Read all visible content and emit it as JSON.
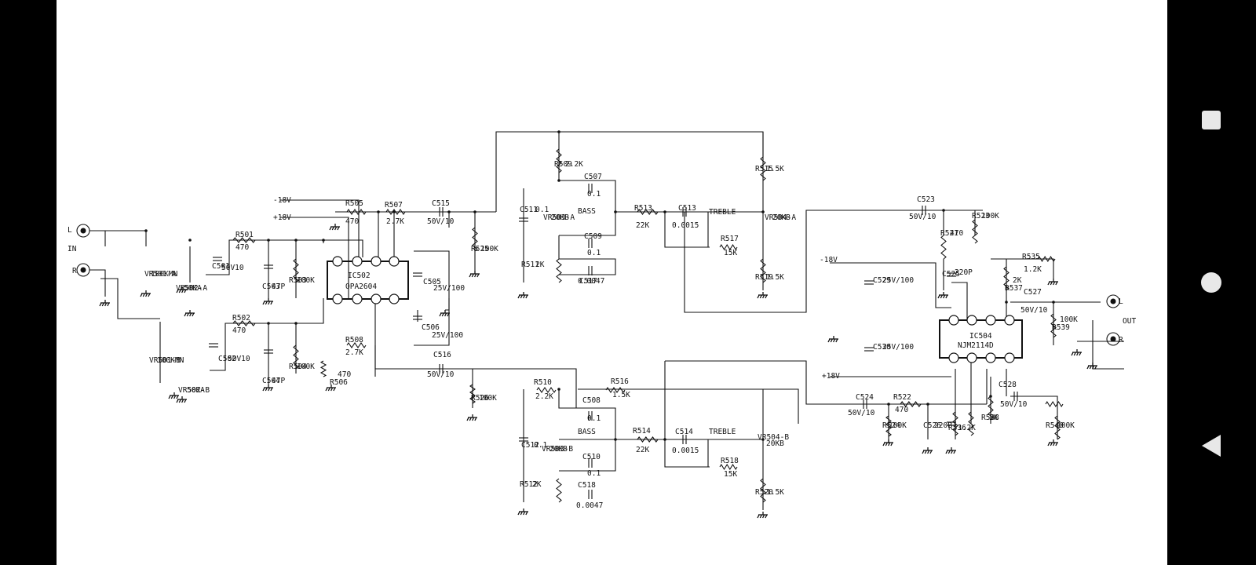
{
  "nav": {
    "recents_icon": "square-icon",
    "home_icon": "circle-icon",
    "back_icon": "triangle-back-icon"
  },
  "colors": {
    "background": "#000000",
    "sheet": "#ffffff",
    "ink": "#111111",
    "nav_icon": "#e8e8e8"
  },
  "labels": [
    "L",
    "IN",
    "R",
    "VR501-A",
    "100KMN",
    "VR502-A",
    "50KA",
    "C501",
    "50V10",
    "R501",
    "470",
    "C503",
    "47P",
    "R503",
    "100K",
    "VR501-B",
    "100KMN",
    "VR502-B",
    "50KA",
    "C502",
    "50V10",
    "R502",
    "470",
    "C504",
    "47P",
    "R504",
    "100K",
    "-18V",
    "+18V",
    "R505",
    "470",
    "R507",
    "2.7K",
    "C515",
    "50V/10",
    "R525",
    "100K",
    "IC502",
    "OPA2604",
    "C505",
    "25V/100",
    "C506",
    "25V/100",
    "R506",
    "470",
    "R508",
    "2.7K",
    "C516",
    "50V/10",
    "R526",
    "100K",
    "R509",
    "2.2K",
    "C507",
    "0.1",
    "C511",
    "0.1",
    "VR503-A",
    "20KB",
    "BASS",
    "C509",
    "0.1",
    "C517",
    "0.0047",
    "R511",
    "2K",
    "R513",
    "22K",
    "C513",
    "0.0015",
    "TREBLE",
    "R517",
    "15K",
    "R515",
    "1.5K",
    "VR504-A",
    "20KB",
    "R519",
    "1.5K",
    "R510",
    "2.2K",
    "C508",
    "0.1",
    "C512",
    "0.1",
    "VR503-B",
    "20KB",
    "BASS",
    "C510",
    "0.1",
    "C518",
    "0.0047",
    "R512",
    "2K",
    "R516",
    "1.5K",
    "R514",
    "22K",
    "C514",
    "0.0015",
    "TREBLE",
    "R518",
    "15K",
    "VR504-B",
    "20KB",
    "R520",
    "1.5K",
    "C523",
    "50V/10",
    "R521",
    "470",
    "R523",
    "100K",
    "-18V",
    "C525",
    "220P",
    "C529",
    "25V/100",
    "C530",
    "25V/100",
    "+18V",
    "IC504",
    "NJM2114D",
    "R535",
    "1.2K",
    "R537",
    "2K",
    "C527",
    "50V/10",
    "R539",
    "100K",
    "L",
    "OUT",
    "R",
    "C524",
    "50V/10",
    "R522",
    "470",
    "R524",
    "100K",
    "C526",
    "220P",
    "R536",
    "1.2K",
    "R538",
    "2K",
    "C528",
    "50V/10",
    "R540",
    "100K"
  ]
}
